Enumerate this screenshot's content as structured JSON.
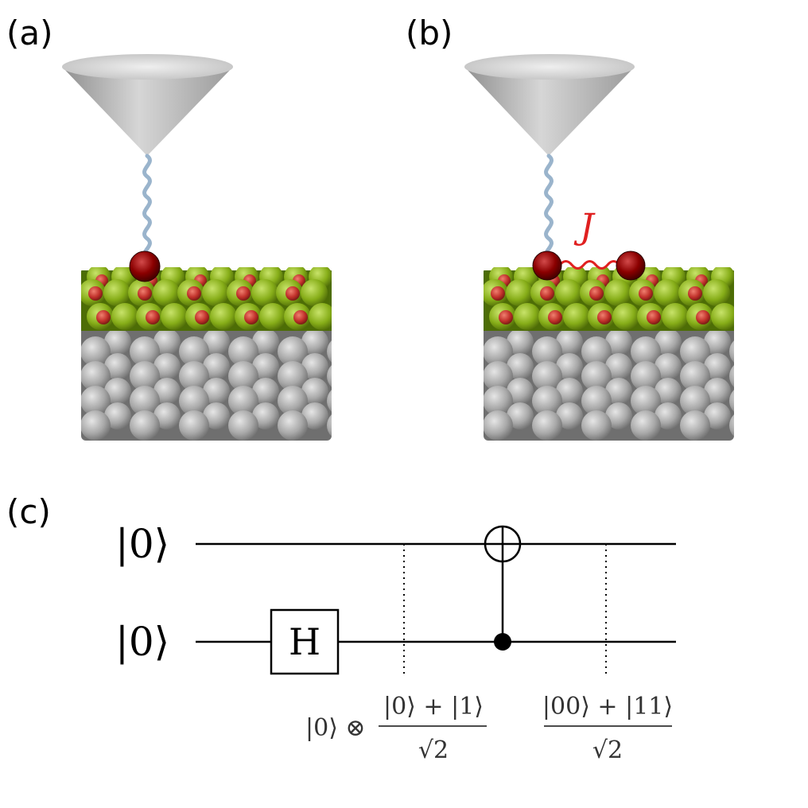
{
  "panels": {
    "a": {
      "label": "(a)"
    },
    "b": {
      "label": "(b)",
      "coupling_label": "J"
    },
    "c": {
      "label": "(c)"
    }
  },
  "circuit": {
    "qubit_labels": [
      "|0⟩",
      "|0⟩"
    ],
    "hadamard_label": "H",
    "state_after_h": {
      "prefix": "|0⟩ ⊗",
      "numerator": "|0⟩ + |1⟩",
      "denominator": "√2"
    },
    "state_final": {
      "numerator": "|00⟩ + |11⟩",
      "denominator": "√2"
    }
  },
  "colors": {
    "tip": "#b8b8b8",
    "spin_link": "#9ab4cc",
    "coupling": "#e02020",
    "adatom": "#8b0000",
    "oxygen_green": "#8db61a",
    "red_atom": "#c0302a",
    "substrate": "#a9a9a9"
  }
}
